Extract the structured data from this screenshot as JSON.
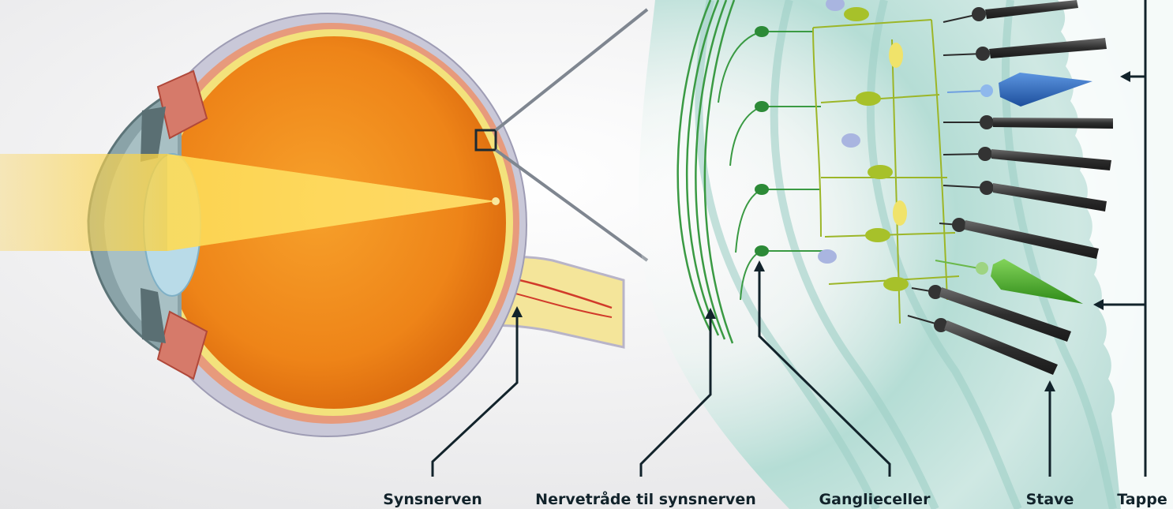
{
  "labels": {
    "optic_nerve": "Synsnerven",
    "nerve_fibers": "Nervetråde til synsnerven",
    "ganglion_cells": "Ganglieceller",
    "rods": "Stave",
    "cones": "Tappe"
  },
  "colors": {
    "eyeball": "#ef8a18",
    "sclera": "#c7c6d6",
    "light_beam": "#f7c735",
    "retina_background": "#a9d6cf",
    "ganglion_cell": "#2f8a3a",
    "bipolar_cell": "#a8b52a",
    "horizontal_cell": "#9fb0d8",
    "amacrine_cell": "#e8e07a",
    "rod": "#3a3a3a",
    "blue_cone": "#2b6cc7",
    "green_cone": "#47b324",
    "pointer_line": "#12232b"
  }
}
